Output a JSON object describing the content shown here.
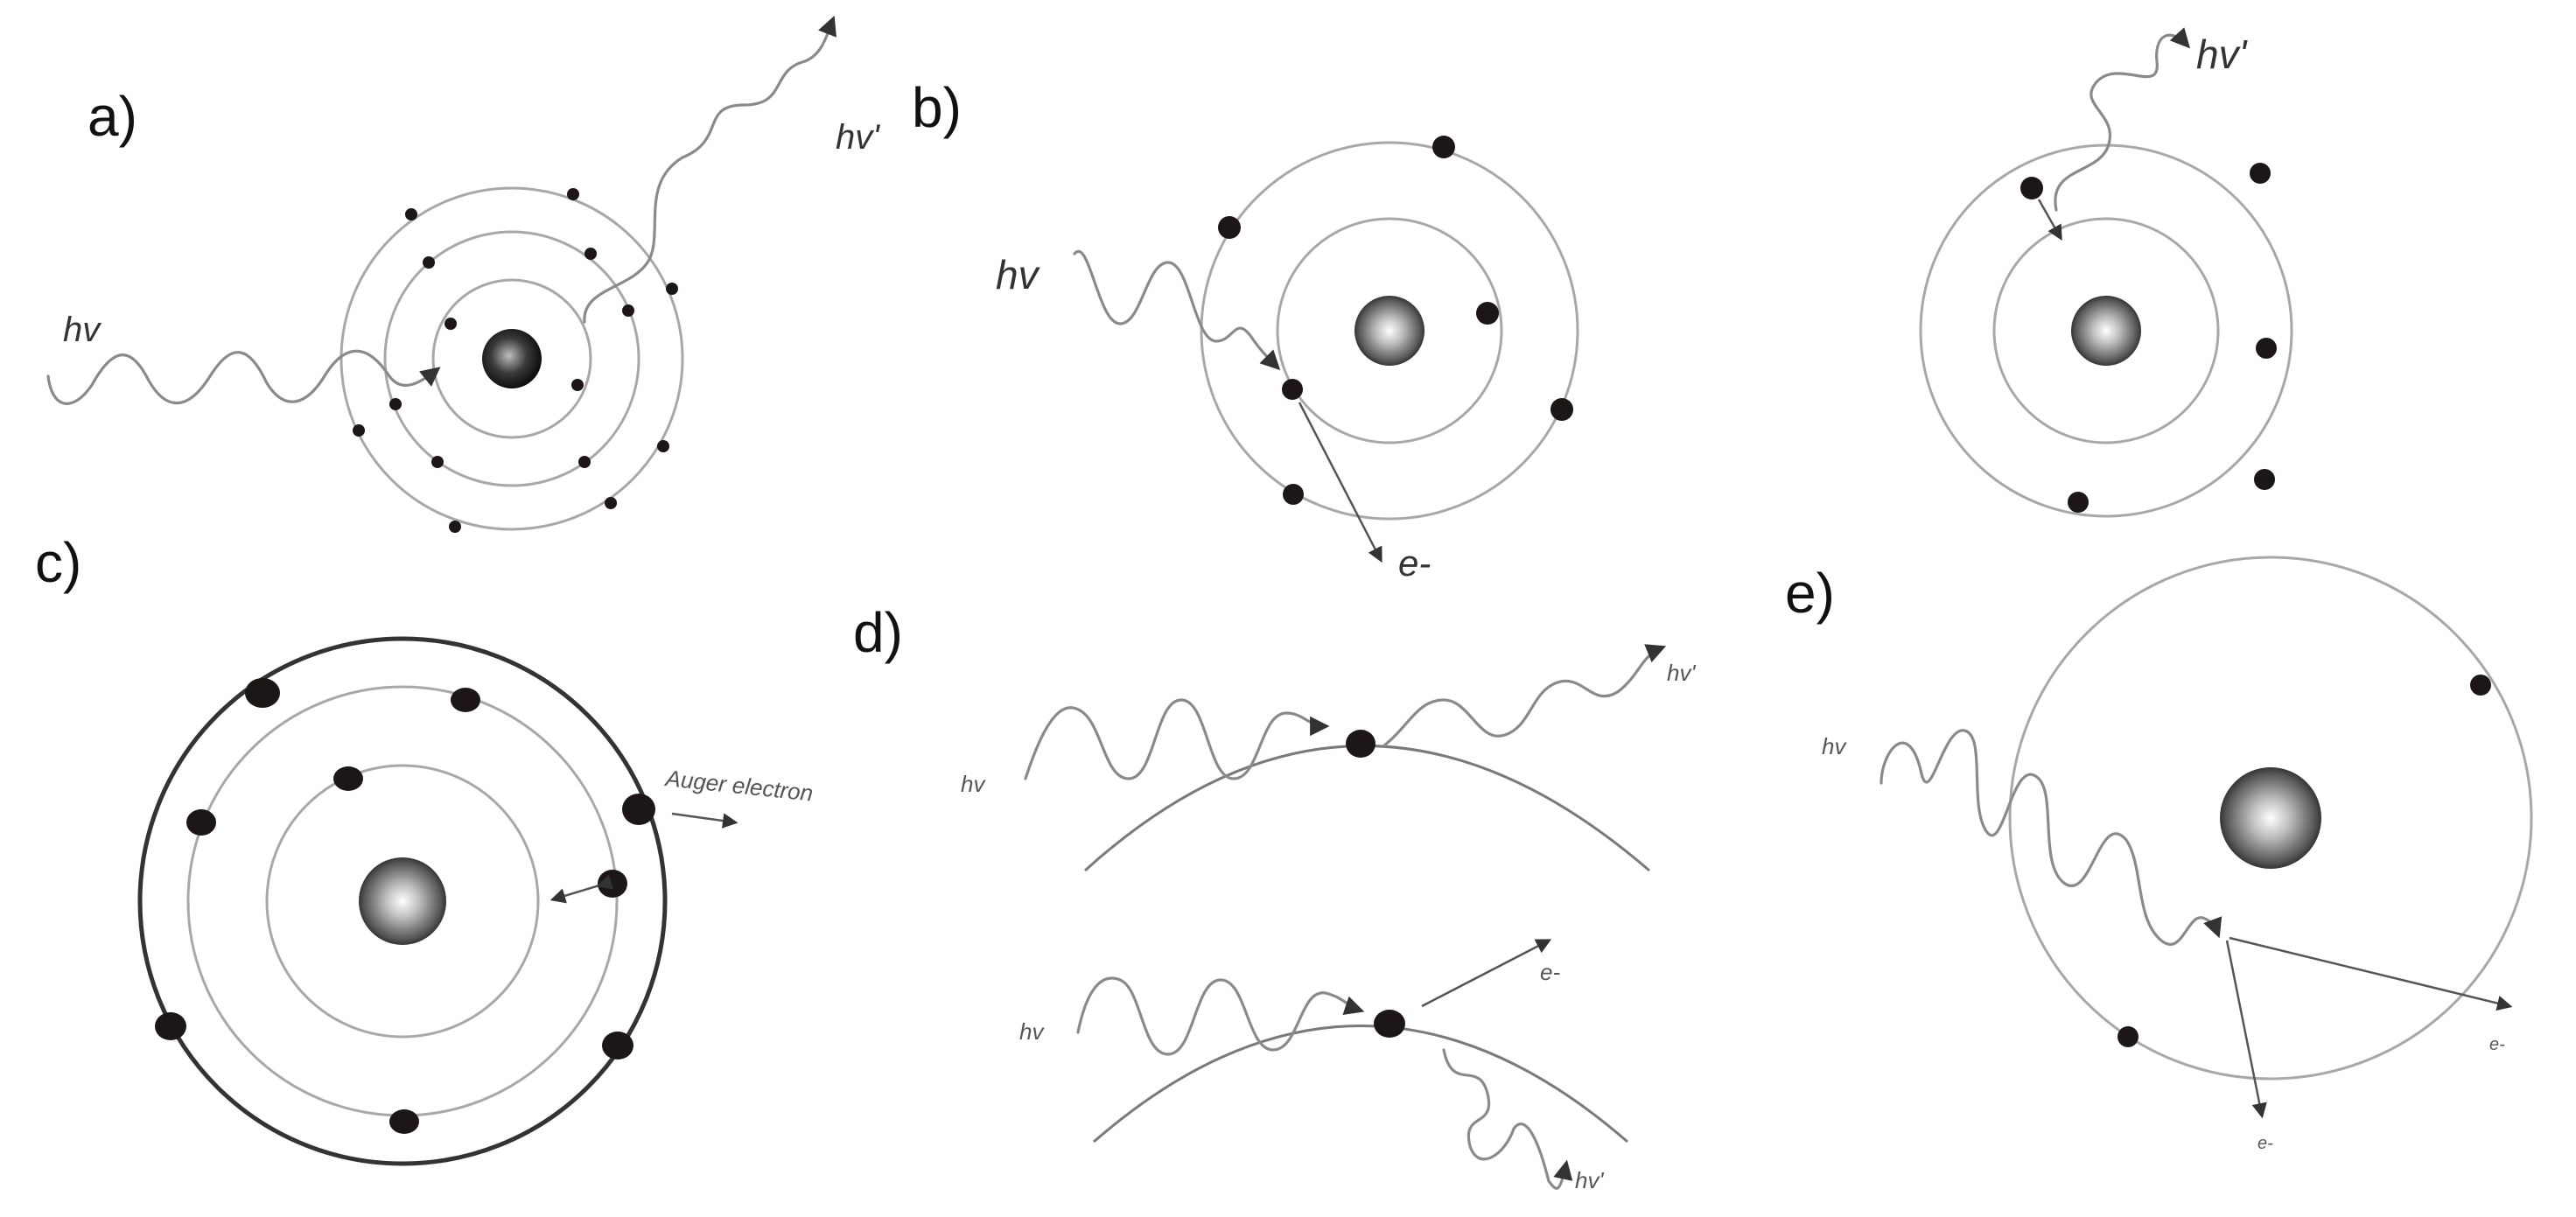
{
  "panels": {
    "a": {
      "label": "a)",
      "photon_in": "hv",
      "photon_out": "hv'"
    },
    "b": {
      "label": "b)",
      "photon_in": "hv",
      "electron": "e-",
      "photon_out": "hv'"
    },
    "c": {
      "label": "c)",
      "auger": "Auger electron"
    },
    "d": {
      "label": "d)",
      "photon_in_top": "hv",
      "photon_out_top": "hv'",
      "photon_in_bottom": "hv",
      "electron": "e-",
      "photon_out_bottom": "hv'"
    },
    "e": {
      "label": "e)",
      "photon_in": "hv",
      "electron_1": "e-",
      "electron_2": "e-"
    }
  },
  "colors": {
    "electron": "#1c1616",
    "orbit": "#a8a8a8",
    "photon": "#8a8a8a"
  }
}
